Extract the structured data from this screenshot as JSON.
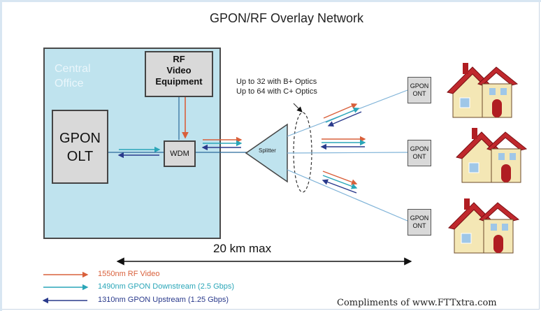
{
  "title": "GPON/RF Overlay Network",
  "central_office": {
    "label_line1": "Central",
    "label_line2": "Office"
  },
  "rf_equipment": {
    "line1": "RF",
    "line2": "Video",
    "line3": "Equipment"
  },
  "olt": {
    "line1": "GPON",
    "line2": "OLT"
  },
  "wdm_label": "WDM",
  "splitter_label": "Splitter",
  "optics_note": {
    "line1": "Up to 32 with B+ Optics",
    "line2": "Up to 64 with C+ Optics"
  },
  "onts": [
    {
      "line1": "GPON",
      "line2": "ONT"
    },
    {
      "line1": "GPON",
      "line2": "ONT"
    },
    {
      "line1": "GPON",
      "line2": "ONT"
    }
  ],
  "distance_label": "20 km max",
  "legend": [
    {
      "label": "1550nm RF Video",
      "color": "#d9603b"
    },
    {
      "label": "1490nm GPON Downstream (2.5 Gbps)",
      "color": "#2aa6b8"
    },
    {
      "label": "1310nm GPON Upstream (1.25 Gbps)",
      "color": "#2a3a8c"
    }
  ],
  "credit": "Compliments of www.FTTxtra.com",
  "colors": {
    "rf": "#d9603b",
    "downstream": "#2aa6b8",
    "upstream": "#2a3a8c",
    "central_office_fill": "#bfe3ee"
  }
}
